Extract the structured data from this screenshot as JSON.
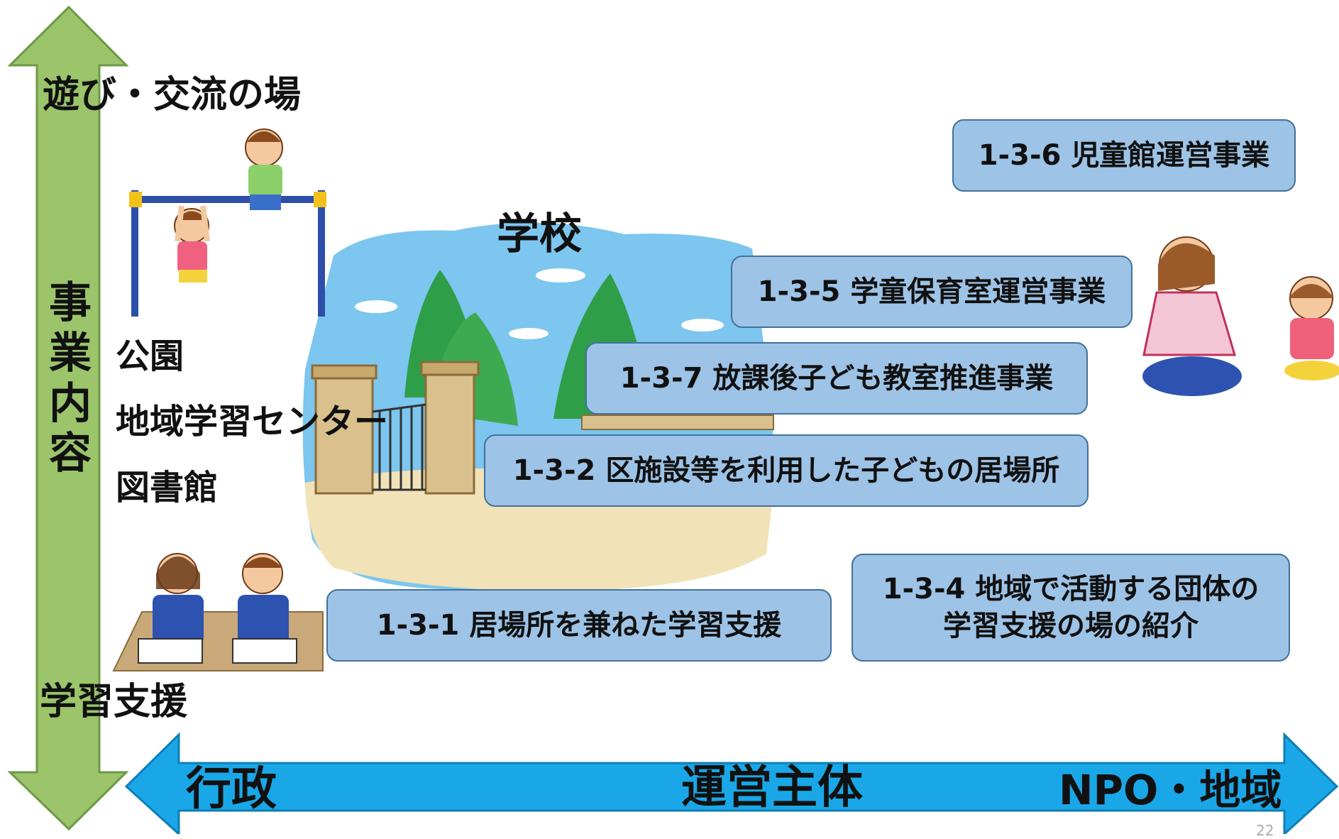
{
  "vertical_axis": {
    "top_label": "遊び・交流の場",
    "bottom_label": "学習支援",
    "title": "事業内容",
    "color": "#9bc46b"
  },
  "horizontal_axis": {
    "left_label": "行政",
    "center_label": "運営主体",
    "right_label": "NPO・地域",
    "color": "#1aa7e8"
  },
  "places": {
    "school": "学校",
    "park": "公園",
    "learning_center": "地域学習センター",
    "library": "図書館"
  },
  "programs": [
    {
      "label": "1-3-6 児童館運営事業"
    },
    {
      "label": "1-3-5 学童保育室運営事業"
    },
    {
      "label": "1-3-7 放課後子ども教室推進事業"
    },
    {
      "label": "1-3-2 区施設等を利用した子どもの居場所"
    },
    {
      "label": "1-3-1 居場所を兼ねた学習支援"
    },
    {
      "label": "1-3-4 地域で活動する団体の\n学習支援の場の紹介"
    }
  ],
  "page_number": "22",
  "colors": {
    "box_fill": "#9dc3e6",
    "box_border": "#41719c"
  }
}
